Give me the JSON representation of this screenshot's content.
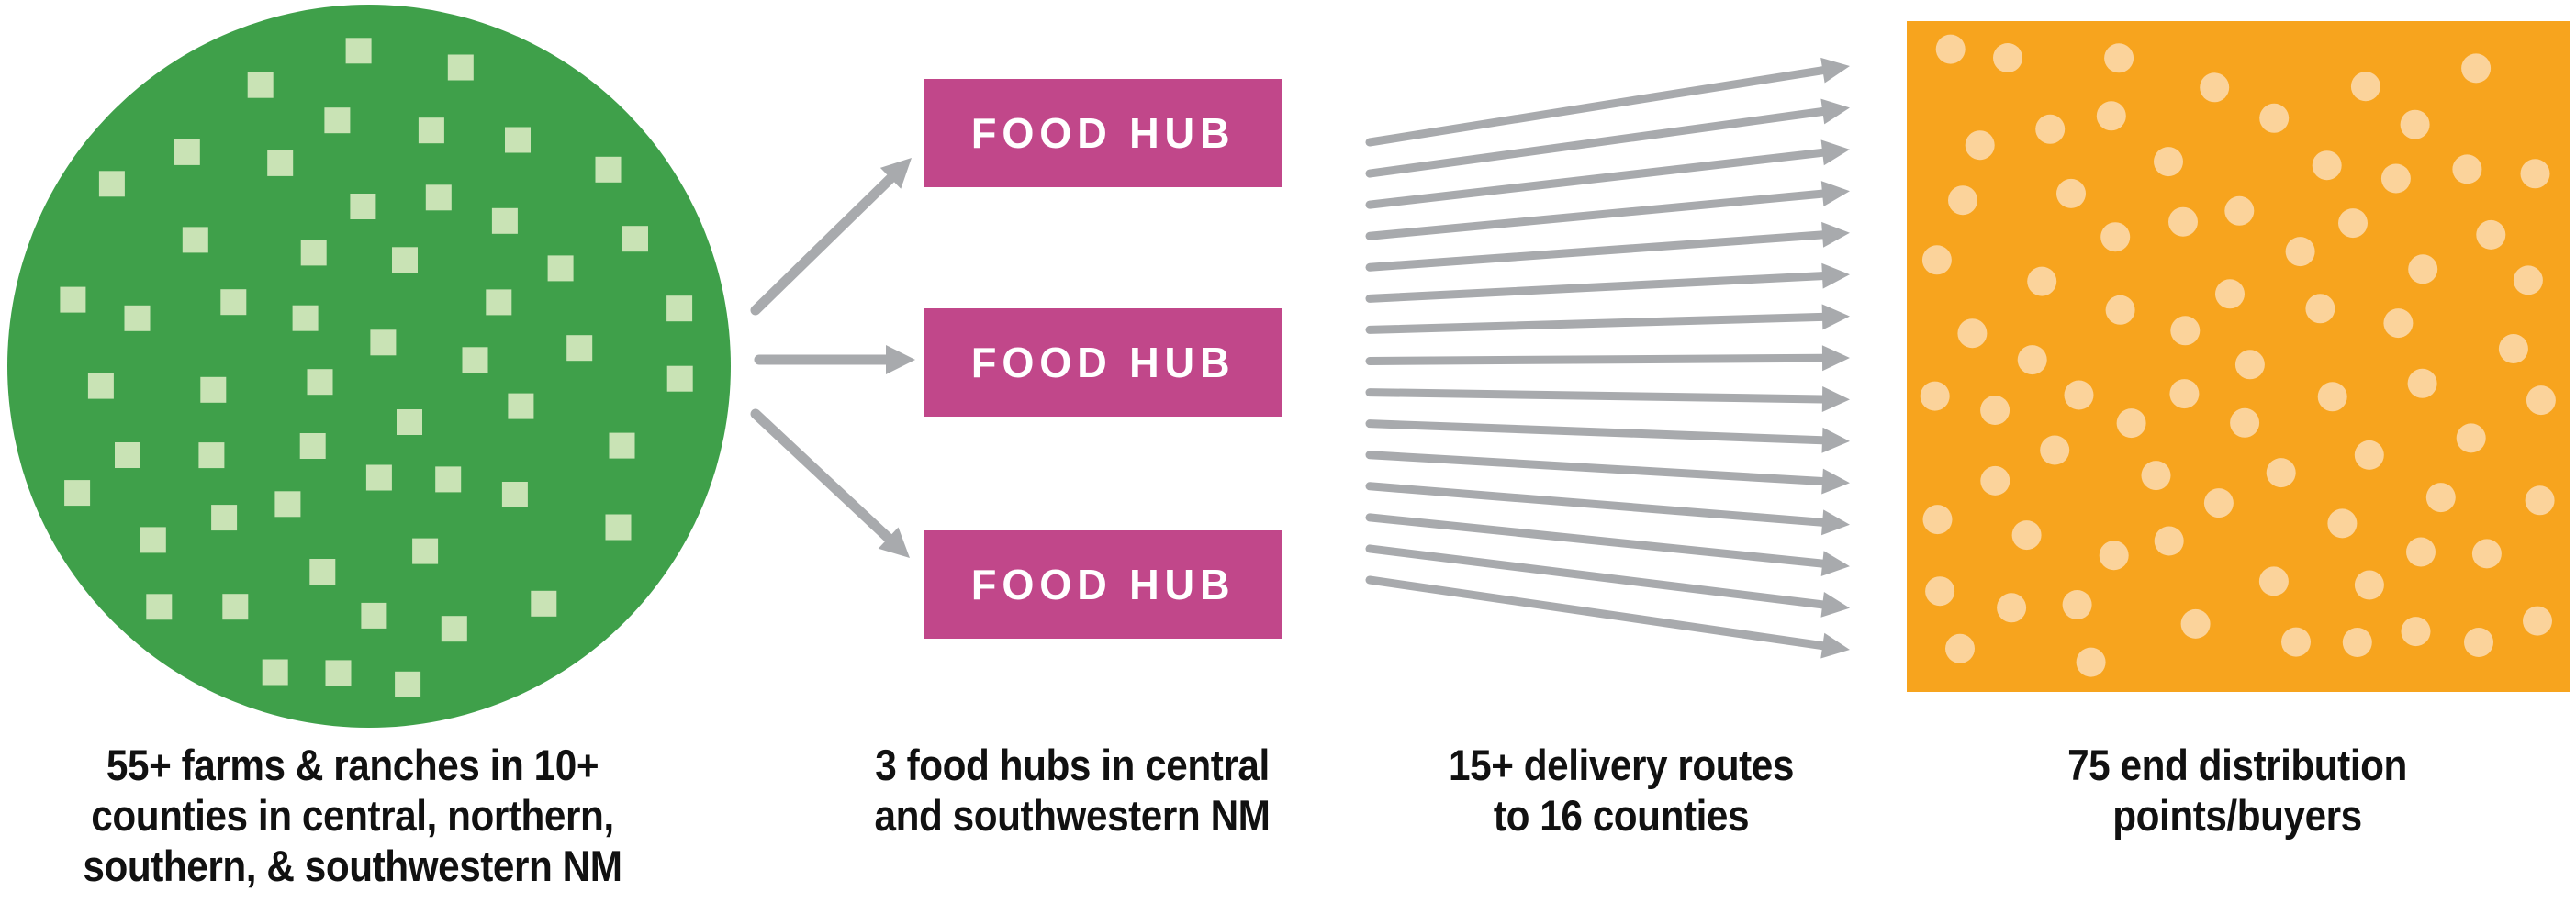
{
  "title": "Food hub supply chain flow diagram",
  "colors": {
    "green": "#3FA04A",
    "light_green": "#C9E3B5",
    "magenta": "#C1478A",
    "orange": "#F7A41E",
    "light_orange": "#FBD39B",
    "gray": "#A8AAAD",
    "text": "#111111",
    "white": "#FFFFFF",
    "bg": "#FFFFFF"
  },
  "farms": {
    "count": 55,
    "marker_shape": "square",
    "caption_lines": [
      "55+ farms & ranches in 10+",
      "counties in central, northern,",
      "southern, & southwestern NM"
    ]
  },
  "hubs": {
    "count": 3,
    "label": "FOOD HUB",
    "caption_lines": [
      "3 food hubs in central",
      "and southwestern NM"
    ]
  },
  "routes": {
    "count": 15,
    "caption_lines": [
      "15+ delivery routes",
      "to 16 counties"
    ]
  },
  "buyers": {
    "count": 75,
    "marker_shape": "dot",
    "caption_lines": [
      "75 end distribution",
      "points/buyers"
    ]
  }
}
